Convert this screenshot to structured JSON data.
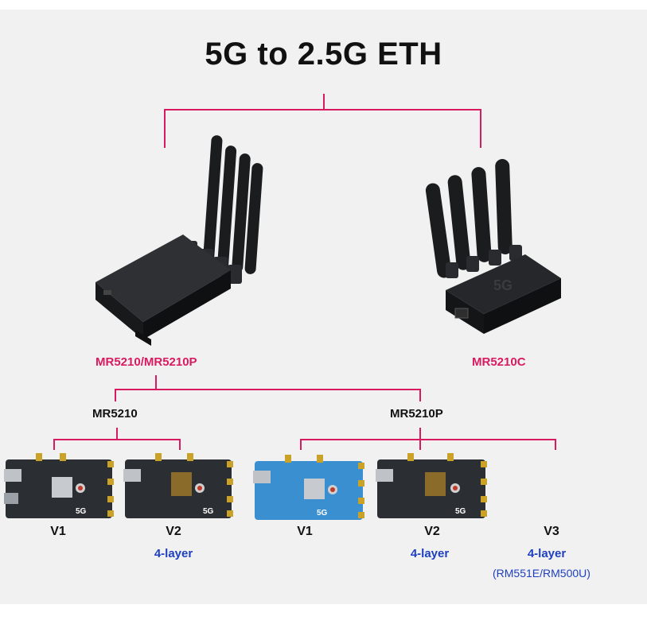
{
  "title": "5G to 2.5G ETH",
  "devices": {
    "left": {
      "label": "MR5210/MR5210P"
    },
    "right": {
      "label": "MR5210C"
    }
  },
  "branches": {
    "mr5210": {
      "label": "MR5210"
    },
    "mr5210p": {
      "label": "MR5210P"
    }
  },
  "boards": [
    {
      "version": "V1",
      "layer": "",
      "note": ""
    },
    {
      "version": "V2",
      "layer": "4-layer",
      "note": ""
    },
    {
      "version": "V1",
      "layer": "",
      "note": ""
    },
    {
      "version": "V2",
      "layer": "4-layer",
      "note": ""
    },
    {
      "version": "V3",
      "layer": "4-layer",
      "note": "(RM551E/RM500U)"
    }
  ],
  "colors": {
    "connector": "#d81b60",
    "accent_text": "#1e3fc0",
    "board_dark": "#2b2e33",
    "board_blue": "#3a8fd0"
  }
}
